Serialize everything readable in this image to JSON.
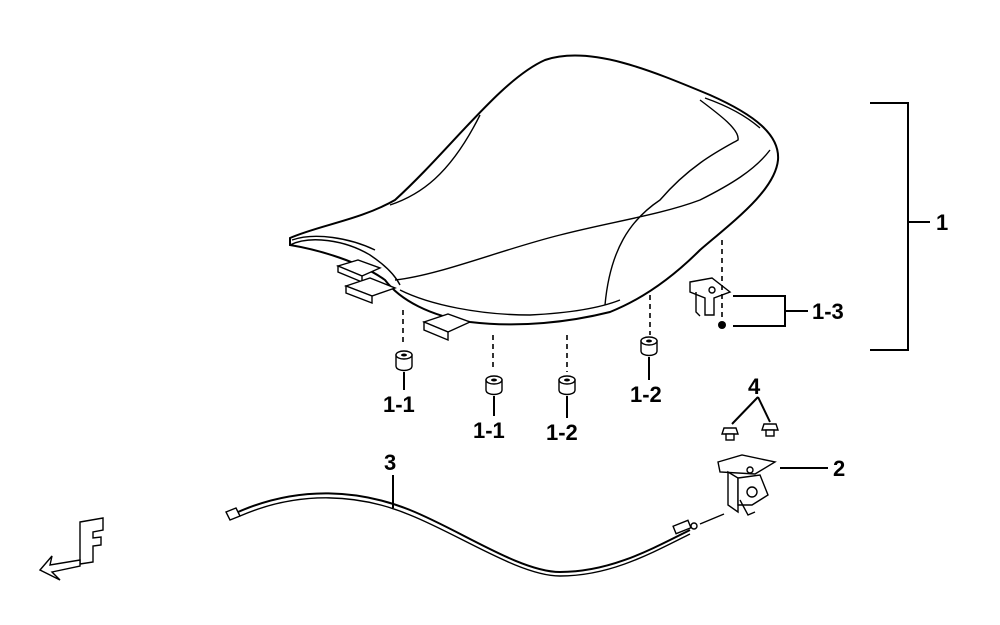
{
  "callouts": {
    "p1": "1",
    "p1_1a": "1-1",
    "p1_1b": "1-1",
    "p1_2a": "1-2",
    "p1_2b": "1-2",
    "p1_3": "1-3",
    "p2": "2",
    "p3": "3",
    "p4": "4"
  },
  "front_marker": "F"
}
